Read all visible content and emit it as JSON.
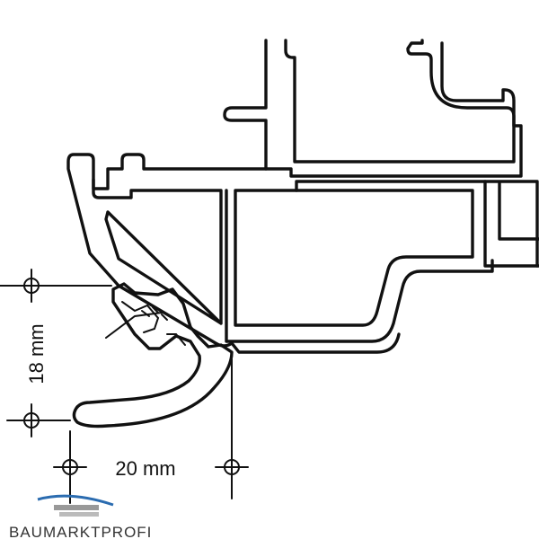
{
  "dimensions": {
    "height_label": "18 mm",
    "width_label": "20 mm"
  },
  "logo": {
    "text": "BAUMARKTPROFI",
    "accent_color": "#2b6cb0"
  },
  "colors": {
    "stroke": "#111111",
    "background": "#ffffff"
  }
}
